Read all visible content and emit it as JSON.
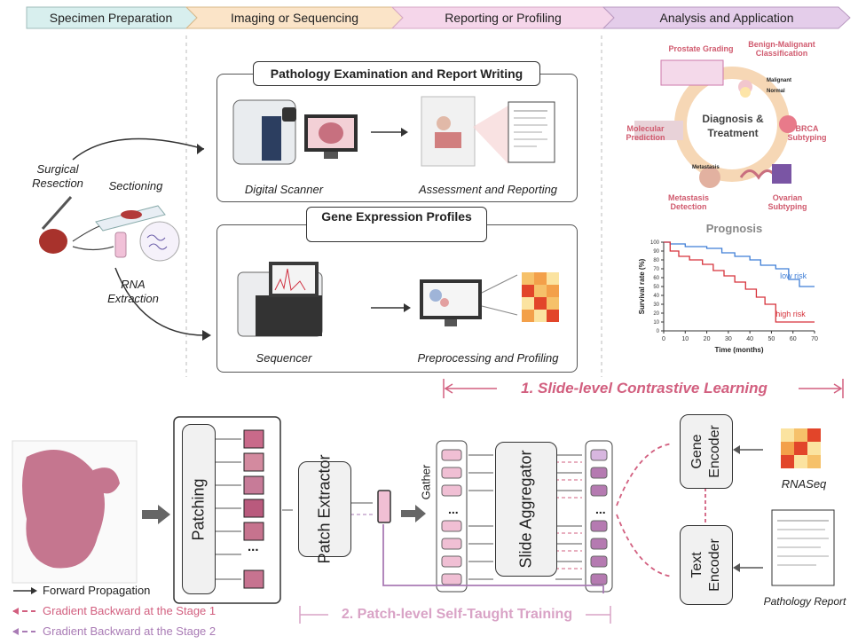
{
  "stages": [
    {
      "label": "Specimen Preparation",
      "color": "#d8efee"
    },
    {
      "label": "Imaging or Sequencing",
      "color": "#fbe4c8"
    },
    {
      "label": "Reporting or Profiling",
      "color": "#f5d6ea"
    },
    {
      "label": "Analysis and Application",
      "color": "#e4cdea"
    }
  ],
  "left": {
    "surgical": "Surgical Resection",
    "sectioning": "Sectioning",
    "rna": "RNA Extraction"
  },
  "pathology": {
    "title": "Pathology Examination and Report Writing",
    "scanner": "Digital Scanner",
    "assessment": "Assessment and Reporting"
  },
  "gene": {
    "title": "Gene Expression Profiles",
    "sequencer": "Sequencer",
    "preprocessing": "Preprocessing and Profiling"
  },
  "diagnosis": {
    "center": "Diagnosis & Treatment",
    "items": [
      "Prostate Grading",
      "Benign-Malignant Classification",
      "BRCA Subtyping",
      "Ovarian Subtyping",
      "Metastasis Detection",
      "Molecular Prediction"
    ],
    "malignant": "Malignant",
    "normal": "Normal",
    "metastasis": "Metastasis"
  },
  "prognosis": {
    "title": "Prognosis",
    "ylabel": "Survival rate (%)",
    "xlabel": "Time (months)",
    "xticks": [
      "0",
      "10",
      "20",
      "30",
      "40",
      "50",
      "60",
      "70"
    ],
    "yticks": [
      "0",
      "10",
      "20",
      "30",
      "40",
      "50",
      "60",
      "70",
      "80",
      "90",
      "100"
    ],
    "low": "low risk",
    "high": "high risk",
    "low_color": "#3f7ed6",
    "high_color": "#d6323a"
  },
  "chart_data": {
    "type": "line",
    "title": "Prognosis",
    "xlabel": "Time (months)",
    "ylabel": "Survival rate (%)",
    "xlim": [
      0,
      70
    ],
    "ylim": [
      0,
      100
    ],
    "series": [
      {
        "name": "low risk",
        "x": [
          0,
          3,
          3,
          10,
          10,
          20,
          20,
          27,
          27,
          33,
          33,
          40,
          40,
          45,
          45,
          52,
          52,
          58,
          58,
          63,
          63,
          70
        ],
        "y": [
          100,
          100,
          98,
          98,
          95,
          95,
          93,
          93,
          88,
          88,
          84,
          84,
          80,
          80,
          74,
          74,
          70,
          70,
          58,
          58,
          50,
          50
        ]
      },
      {
        "name": "high risk",
        "x": [
          0,
          3,
          3,
          7,
          7,
          12,
          12,
          18,
          18,
          23,
          23,
          28,
          28,
          33,
          33,
          38,
          38,
          43,
          43,
          47,
          47,
          52,
          52,
          70
        ],
        "y": [
          100,
          100,
          90,
          90,
          84,
          84,
          80,
          80,
          75,
          75,
          68,
          68,
          62,
          62,
          55,
          55,
          47,
          47,
          38,
          38,
          30,
          30,
          10,
          10
        ]
      }
    ]
  },
  "bottom": {
    "patching": "Patching",
    "extractor": "Patch Extractor",
    "gather": "Gather",
    "aggregator": "Slide Aggregator",
    "gene_encoder": "Gene Encoder",
    "text_encoder": "Text Encoder",
    "rnaseq": "RNASeq",
    "report": "Pathology Report",
    "slide_level": "1. Slide-level Contrastive Learning",
    "patch_level": "2. Patch-level Self-Taught Training",
    "ellipsis": "...",
    "legend_forward": "Forward Propagation",
    "legend_stage1": "Gradient Backward at the Stage 1",
    "legend_stage2": "Gradient Backward at the Stage 2"
  },
  "colors": {
    "pink": "#d25f7f",
    "mauve": "#a97bb5",
    "patch": "#f0bfd4",
    "feature": "#b57ab1"
  }
}
